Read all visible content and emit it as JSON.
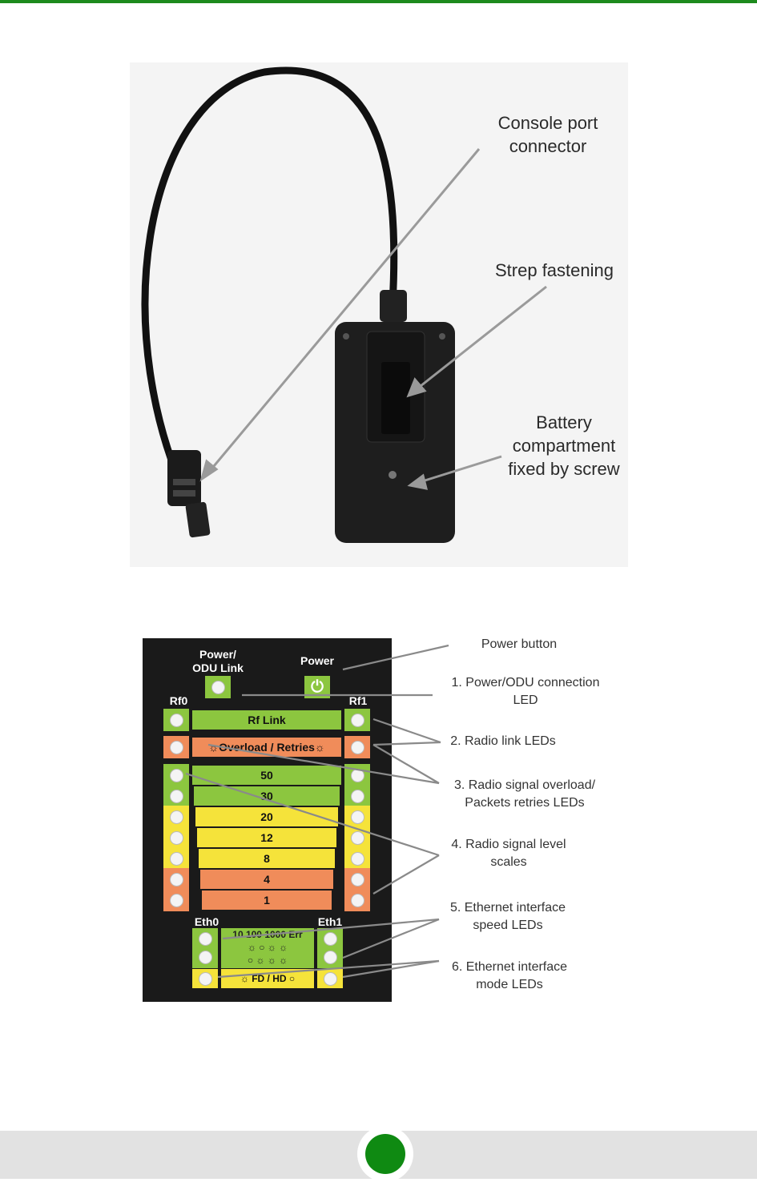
{
  "figure_top": {
    "labels": {
      "console": "Console port\nconnector",
      "strap": "Strep fastening",
      "battery": "Battery\ncompartment\nfixed by screw"
    }
  },
  "panel": {
    "power_odu": "Power/\nODU Link",
    "power": "Power",
    "power_symbol": "⏻",
    "rf0": "Rf0",
    "rf1": "Rf1",
    "rf_link": "Rf Link",
    "overload": "☼Overload / Retries☼",
    "levels": [
      "50",
      "30",
      "20",
      "12",
      "8",
      "4",
      "1"
    ],
    "eth0": "Eth0",
    "eth1": "Eth1",
    "speed_header": "10 100 1000 Err",
    "speed_row1": "☼  ○  ☼  ☼",
    "speed_row2": "○  ☼  ☼  ☼",
    "mode": "☼  FD / HD  ○"
  },
  "callouts": {
    "power_button": "Power button",
    "c1": "1. Power/ODU connection\nLED",
    "c2": "2. Radio link LEDs",
    "c3": "3. Radio signal overload/\nPackets retries LEDs",
    "c4": "4. Radio signal level\nscales",
    "c5": "5. Ethernet interface\nspeed LEDs",
    "c6": "6. Ethernet interface\nmode LEDs"
  },
  "colors": {
    "accent_green": "#1d8a1d",
    "led_green": "#8cc63f",
    "led_yellow": "#f5e33a",
    "led_orange": "#f08c5a"
  }
}
